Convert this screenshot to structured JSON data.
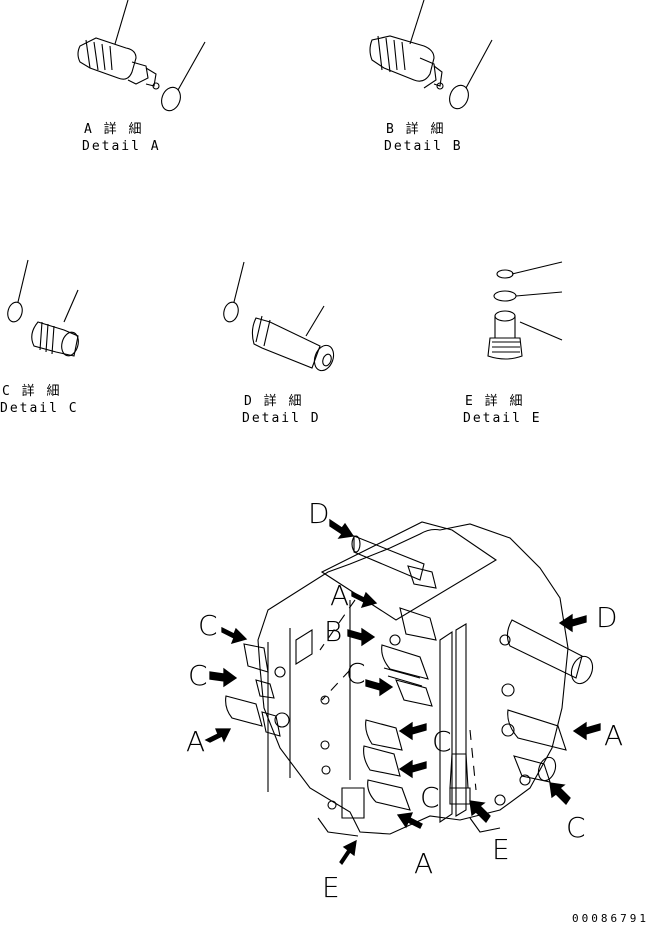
{
  "details": {
    "a": {
      "jp": "A 詳 細",
      "en": "Detail A"
    },
    "b": {
      "jp": "B 詳 細",
      "en": "Detail B"
    },
    "c": {
      "jp": "C 詳 細",
      "en": "Detail C"
    },
    "d": {
      "jp": "D 詳 細",
      "en": "Detail D"
    },
    "e": {
      "jp": "E 詳 細",
      "en": "Detail E"
    }
  },
  "callouts": {
    "A": "A",
    "B": "B",
    "C": "C",
    "D": "D",
    "E": "E"
  },
  "part_number": "00086791",
  "colors": {
    "line": "#000000",
    "background": "#ffffff"
  }
}
